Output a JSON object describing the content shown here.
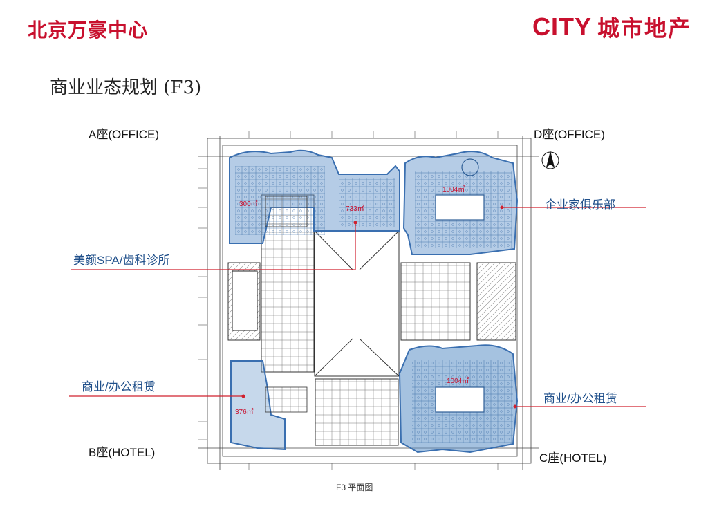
{
  "header": {
    "title": "北京万豪中心",
    "logo_en": "CITY",
    "logo_cn": "城市地产"
  },
  "subtitle": "商业业态规划 (F3)",
  "plan": {
    "caption": "F3 平面图",
    "corners": {
      "a": "A座(OFFICE)",
      "d": "D座(OFFICE)",
      "b": "B座(HOTEL)",
      "c": "C座(HOTEL)"
    },
    "labels": {
      "club": "企业家俱乐部",
      "spa": "美颜SPA/齿科诊所",
      "rent_left": "商业/办公租赁",
      "rent_right": "商业/办公租赁"
    },
    "areas": {
      "a1": "300㎡",
      "a2": "733㎡",
      "d1": "1004㎡",
      "c1": "1004㎡",
      "b1": "376㎡"
    }
  },
  "colors": {
    "brand_red": "#c8102e",
    "zone_blue": "#5b8fc7",
    "label_blue": "#1f4f8a",
    "leader_red": "#d0202e"
  }
}
